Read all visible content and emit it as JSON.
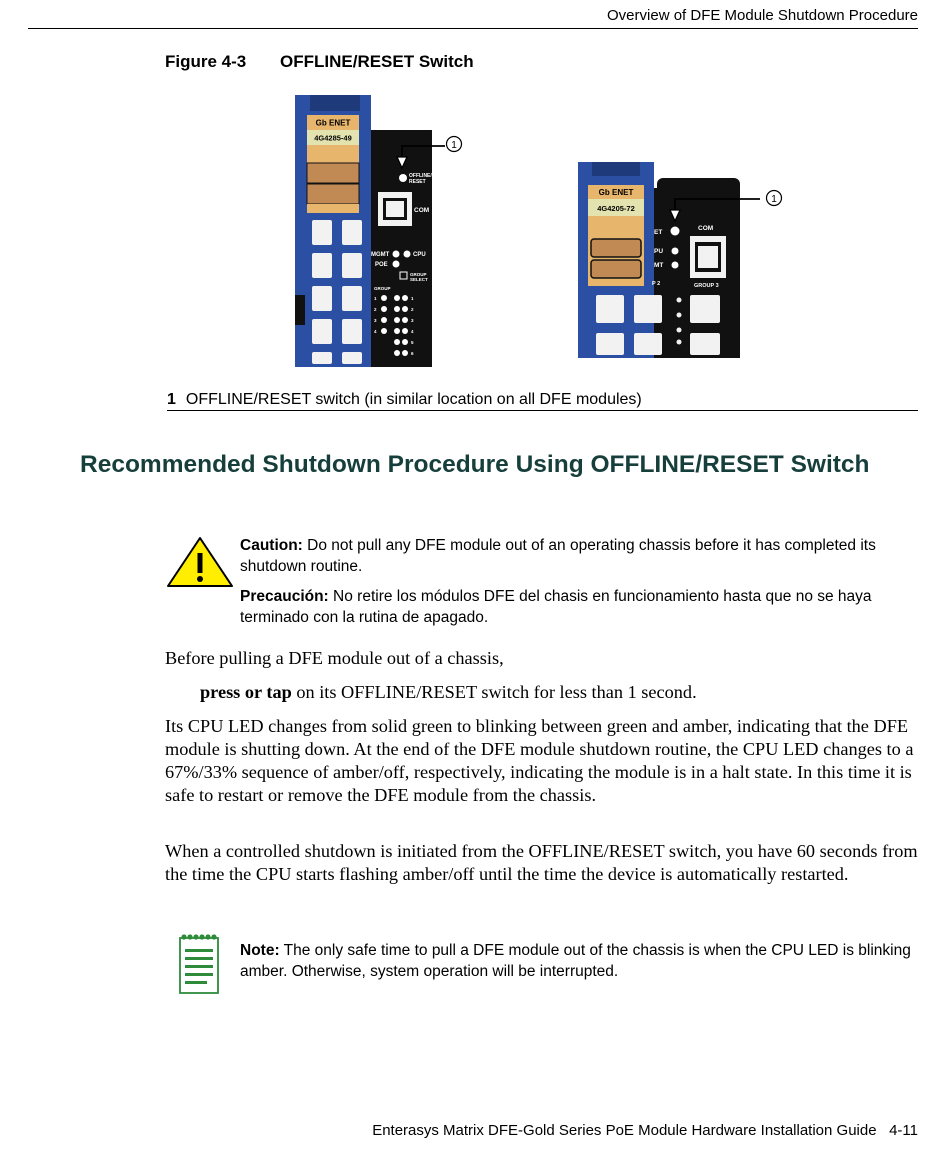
{
  "header": {
    "running_title": "Overview of DFE Module Shutdown Procedure"
  },
  "figure": {
    "number": "Figure 4-3",
    "title": "OFFLINE/RESET Switch",
    "callout": "1",
    "left_module": {
      "label_top": "Gb ENET",
      "part_number": "4G4285-49",
      "switch_label_1": "OFFLINE/",
      "switch_label_2": "RESET",
      "com_label": "COM",
      "mgmt_label": "MGMT",
      "cpu_label": "CPU",
      "poe_label": "POE",
      "group_select_1": "GROUP",
      "group_select_2": "SELECT",
      "group_label": "GROUP",
      "group_numbers": [
        "1",
        "2",
        "3",
        "4",
        "5",
        "6"
      ]
    },
    "right_module": {
      "label_top": "Gb ENET",
      "part_number": "4G4205-72",
      "et_label": "ET",
      "pu_label": "PU",
      "mt_label": "MT",
      "com_label": "COM",
      "group2_label": "P 2",
      "group3_label": "GROUP 3"
    },
    "legend_number": "1",
    "legend_text": "OFFLINE/RESET switch (in similar location on all DFE modules)"
  },
  "heading": "Recommended Shutdown Procedure Using OFFLINE/RESET Switch",
  "caution": {
    "label": "Caution:",
    "text": " Do not pull any DFE module out of an operating chassis before it has completed its shutdown routine.",
    "label_es": "Precaución:",
    "text_es": " No retire los módulos DFE del chasis en funcionamiento hasta que no se haya terminado con la rutina de apagado."
  },
  "body": {
    "p1": "Before pulling a DFE module out of a chassis,",
    "step_bold": "press or tap",
    "step_rest": " on its OFFLINE/RESET switch for less than 1 second.",
    "p3": "Its CPU LED changes from solid green to blinking between green and amber, indicating that the DFE module is shutting down. At the end of the DFE module shutdown routine, the CPU LED changes to a 67%/33% sequence of amber/off, respectively, indicating the module is in a halt state. In this time it is safe to restart or remove the DFE module from the chassis.",
    "p4": "When a controlled shutdown is initiated from the OFFLINE/RESET switch, you have 60 seconds from the time the CPU starts flashing amber/off until the time the device is automatically restarted."
  },
  "note": {
    "label": "Note:",
    "text": "  The only safe time to pull a DFE module out of the chassis is when the CPU LED is blinking amber. Otherwise, system operation will be interrupted."
  },
  "footer": {
    "guide_title": "Enterasys Matrix DFE-Gold Series PoE Module Hardware Installation Guide",
    "page": "4-11"
  },
  "colors": {
    "heading": "#163f3c",
    "module_blue": "#2b4fa3",
    "label_orange": "#e8b56c",
    "caution_yellow": "#ffee00",
    "note_green": "#2e8b3a"
  }
}
